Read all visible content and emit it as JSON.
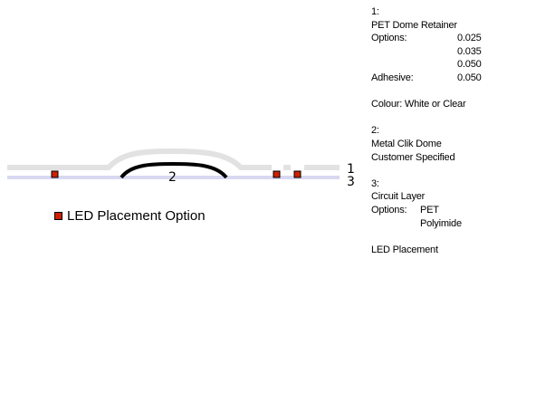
{
  "diagram": {
    "dome_label": "2",
    "layer_labels": {
      "top": "1",
      "bottom": "3"
    }
  },
  "legend": {
    "label": "LED Placement Option",
    "color": "#cc2200"
  },
  "notes": {
    "item1": {
      "number": "1:",
      "title": "PET Dome Retainer",
      "options_label": "Options:",
      "options": [
        "0.025",
        "0.035",
        "0.050"
      ],
      "adhesive_label": "Adhesive:",
      "adhesive_value": "0.050",
      "colour": "Colour: White or Clear"
    },
    "item2": {
      "number": "2:",
      "title": "Metal Clik Dome",
      "subtitle": "Customer Specified"
    },
    "item3": {
      "number": "3:",
      "title": "Circuit Layer",
      "options_label": "Options:",
      "options": [
        "PET",
        "Polyimide"
      ],
      "footer": "LED Placement"
    }
  },
  "colors": {
    "retainer": "#e2e2e2",
    "circuit": "#d8d8f0",
    "dome": "#000000",
    "led": "#cc2200"
  }
}
